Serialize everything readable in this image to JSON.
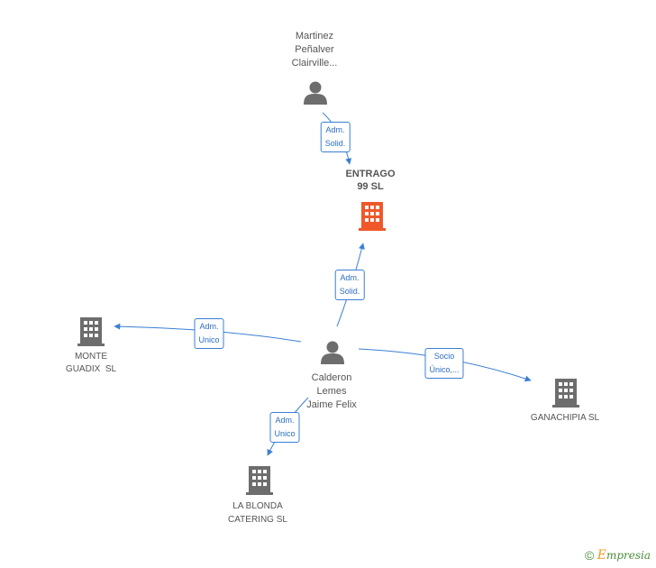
{
  "nodes": {
    "martinez": {
      "lines": [
        "Martinez",
        "Peñalver",
        "Clairville..."
      ],
      "type": "person"
    },
    "entrago": {
      "lines": [
        "ENTRAGO",
        "99 SL"
      ],
      "type": "company-main"
    },
    "calderon": {
      "lines": [
        "Calderon",
        "Lemes",
        "Jaime Felix"
      ],
      "type": "person"
    },
    "monte_guadix": {
      "lines": [
        "MONTE",
        "GUADIX  SL"
      ],
      "type": "company"
    },
    "ganachipia": {
      "lines": [
        "GANACHIPIA SL"
      ],
      "type": "company"
    },
    "la_blonda": {
      "lines": [
        "LA BLONDA",
        "CATERING SL"
      ],
      "type": "company"
    }
  },
  "edges": {
    "martinez_entrago": [
      "Adm.",
      "Solid."
    ],
    "calderon_entrago": [
      "Adm.",
      "Solid."
    ],
    "calderon_monte": [
      "Adm.",
      "Unico"
    ],
    "calderon_ganachipia": [
      "Socio",
      "Único,..."
    ],
    "calderon_blonda": [
      "Adm.",
      "Unico"
    ]
  },
  "footer": {
    "copyright": "©",
    "brand_initial": "E",
    "brand_rest": "mpresia"
  },
  "colors": {
    "edge": "#3a7fd5",
    "edge_text": "#2c6ec3",
    "person_icon": "#6d6d6d",
    "company_icon": "#6d6d6d",
    "main_company_icon": "#f0582a",
    "label_text": "#555555"
  }
}
